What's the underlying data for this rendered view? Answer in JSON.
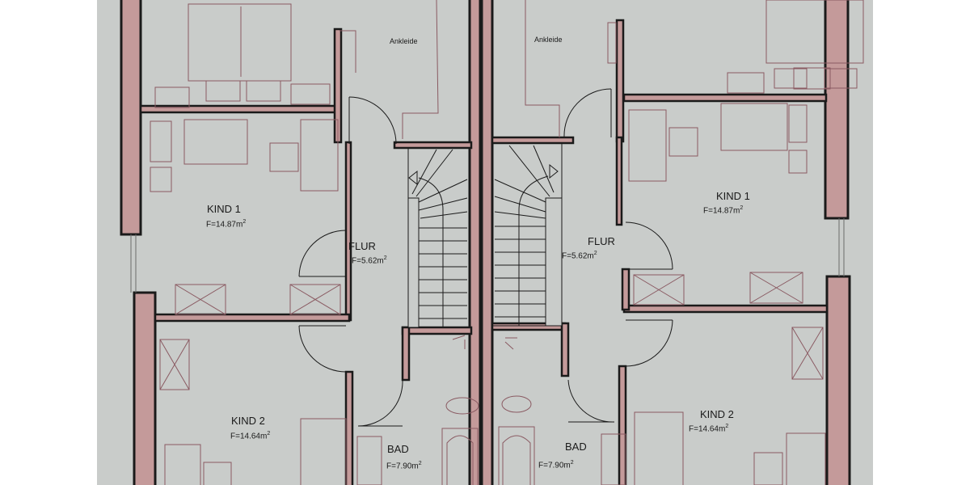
{
  "plan": {
    "background_color": "#c9ccca",
    "exterior_wall_color": "#c49a9a",
    "wall_outline_color": "#1a1a1a",
    "furniture_line_color": "#8a5a62",
    "units": [
      {
        "side": "left",
        "rooms": [
          {
            "name": "Ankleide",
            "area": ""
          },
          {
            "name": "KIND 1",
            "area": "F=14.87m",
            "unit_sup": "2"
          },
          {
            "name": "FLUR",
            "area": "F=5.62m",
            "unit_sup": "2"
          },
          {
            "name": "KIND 2",
            "area": "F=14.64m",
            "unit_sup": "2"
          },
          {
            "name": "BAD",
            "area": "F=7.90m",
            "unit_sup": "2"
          }
        ]
      },
      {
        "side": "right",
        "rooms": [
          {
            "name": "Ankleide",
            "area": ""
          },
          {
            "name": "KIND 1",
            "area": "F=14.87m",
            "unit_sup": "2"
          },
          {
            "name": "FLUR",
            "area": "F=5.62m",
            "unit_sup": "2"
          },
          {
            "name": "KIND 2",
            "area": "F=14.64m",
            "unit_sup": "2"
          },
          {
            "name": "BAD",
            "area": "F=7.90m",
            "unit_sup": "2"
          }
        ]
      }
    ]
  }
}
